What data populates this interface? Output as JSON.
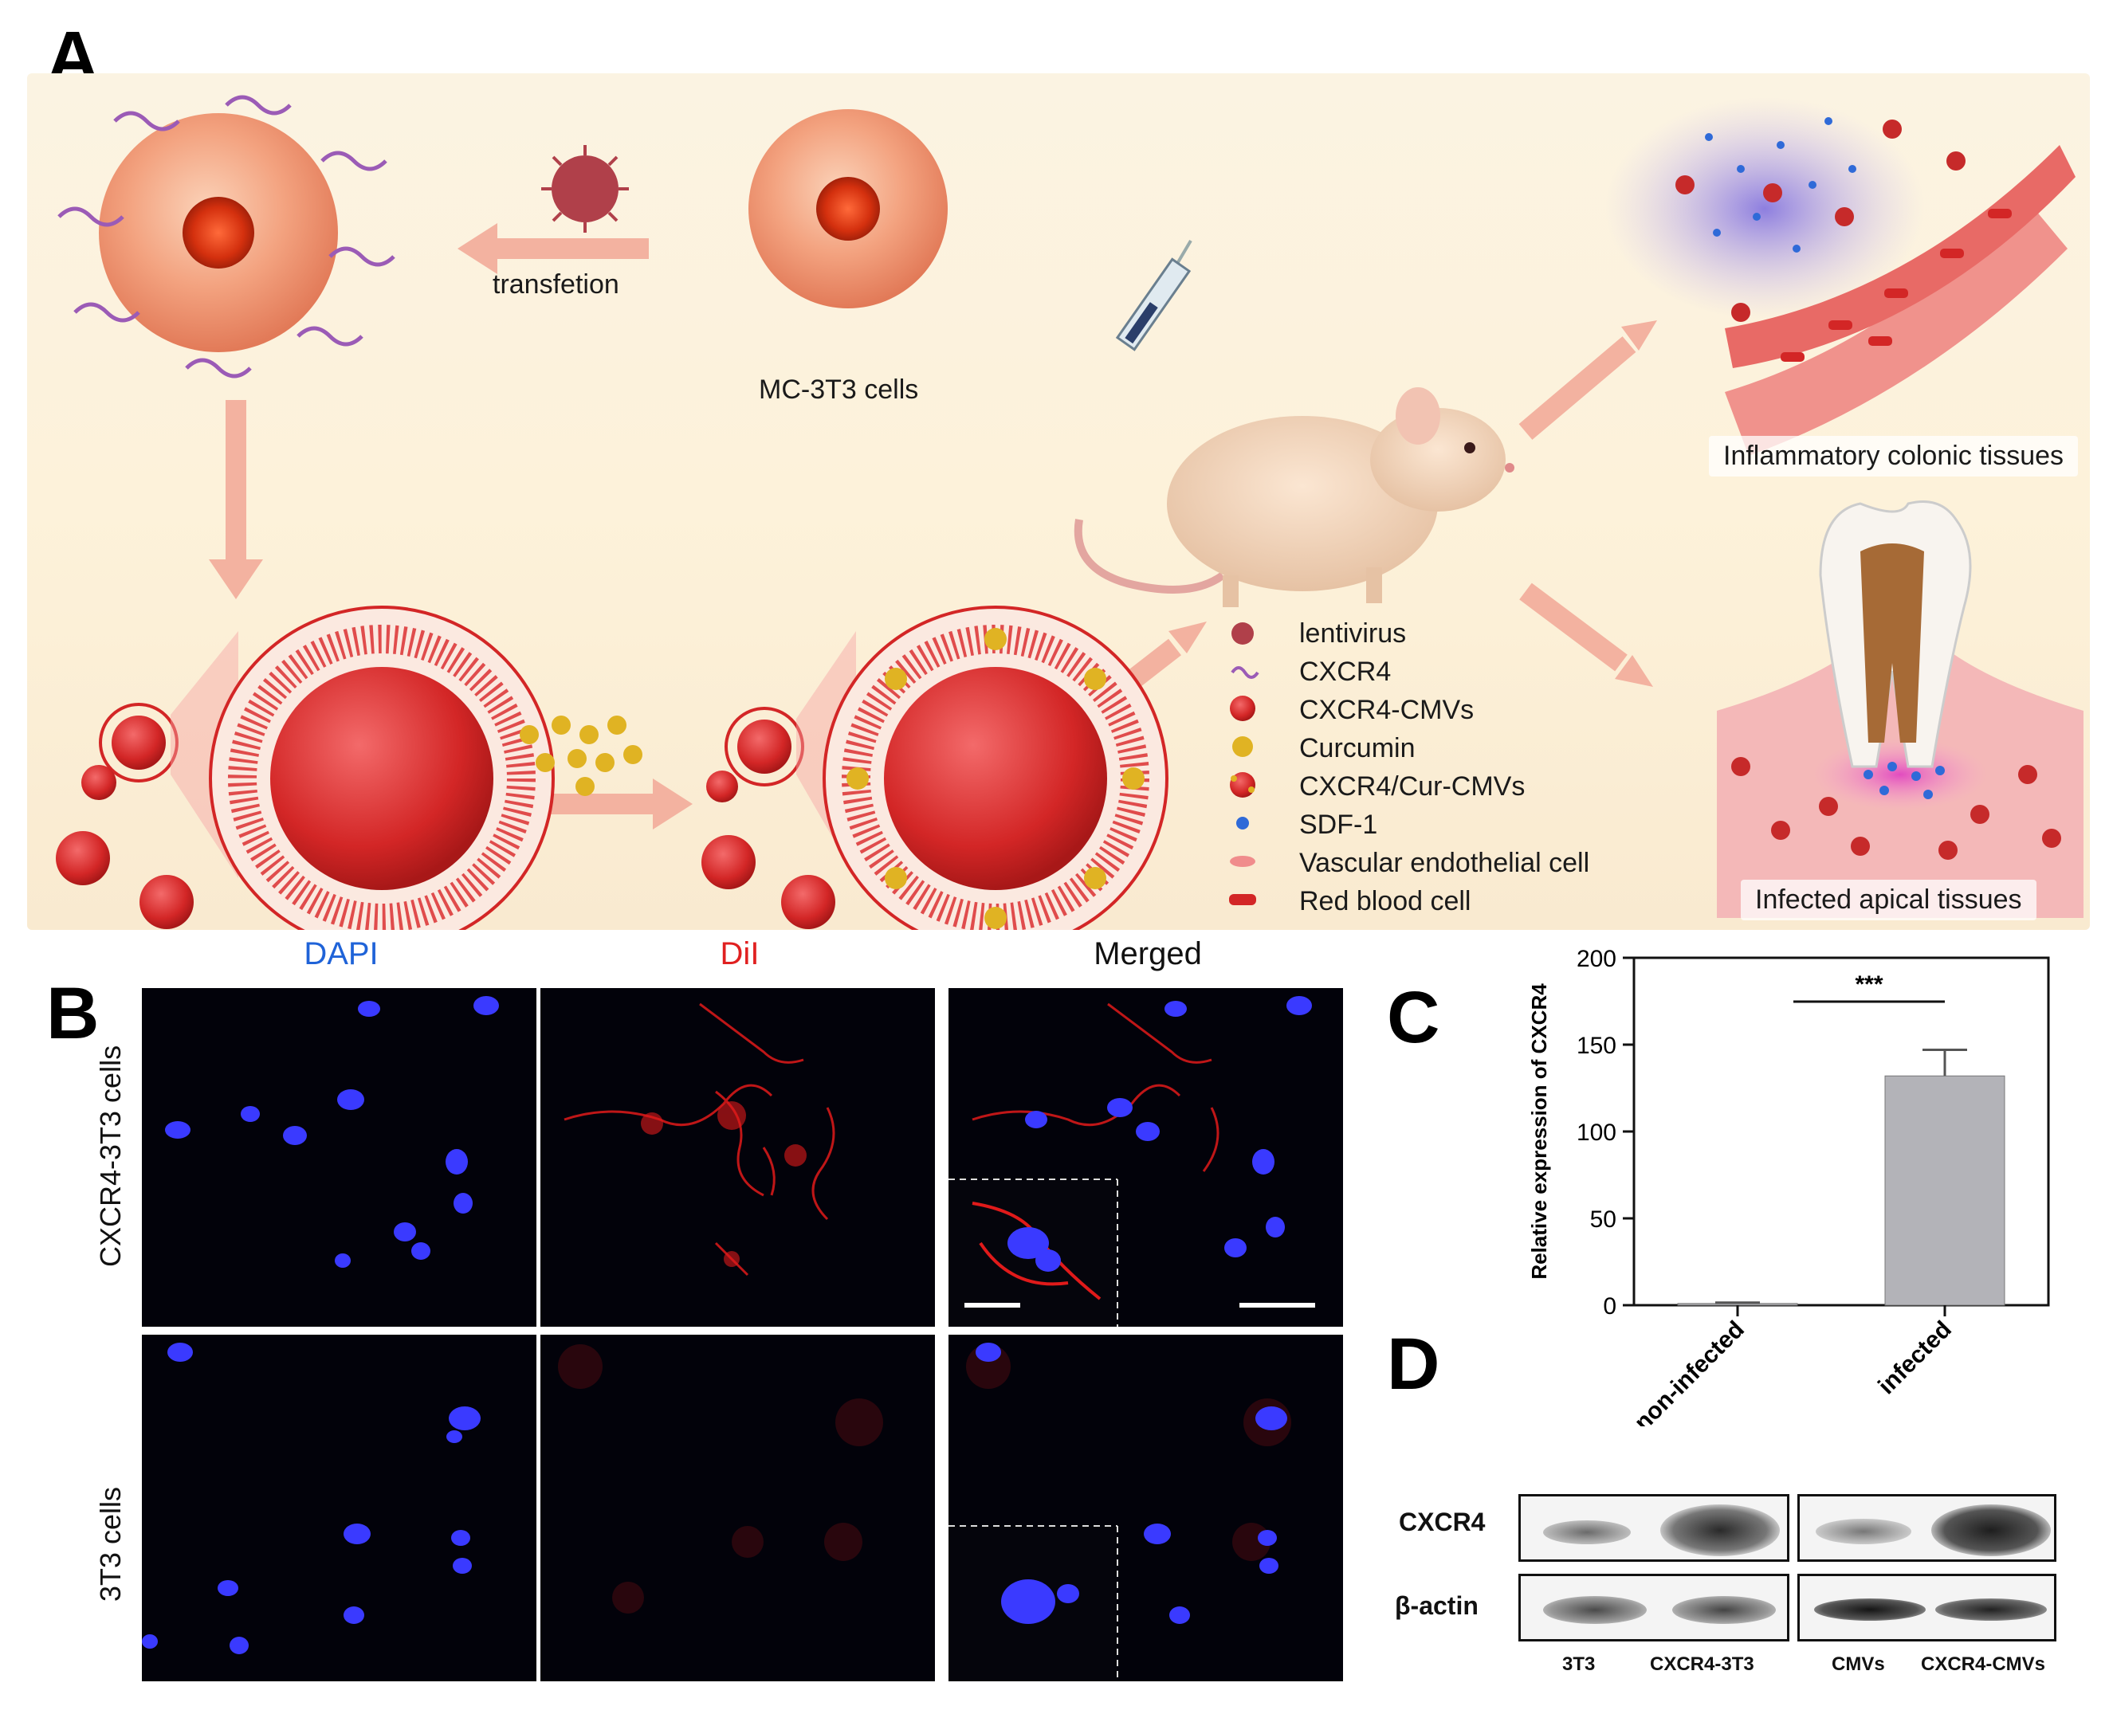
{
  "panels": {
    "a": "A",
    "b": "B",
    "c": "C",
    "d": "D"
  },
  "schematic": {
    "transfection_label": "transfetion",
    "cells_label": "MC-3T3 cells",
    "inflam_label": "Inflammatory colonic tissues",
    "apical_label": "Infected apical tissues",
    "legend": [
      {
        "icon": "lentivirus-icon",
        "label": "lentivirus"
      },
      {
        "icon": "cxcr4-receptor-icon",
        "label": "CXCR4"
      },
      {
        "icon": "cxcr4-cmv-icon",
        "label": "CXCR4-CMVs"
      },
      {
        "icon": "curcumin-dot-icon",
        "label": "Curcumin"
      },
      {
        "icon": "cxcr4-cur-cmv-icon",
        "label": "CXCR4/Cur-CMVs"
      },
      {
        "icon": "sdf1-dot-icon",
        "label": "SDF-1"
      },
      {
        "icon": "endothelial-cell-icon",
        "label": "Vascular endothelial cell"
      },
      {
        "icon": "red-blood-cell-icon",
        "label": "Red blood cell"
      }
    ],
    "colors": {
      "arrow": "#f3b2a0",
      "vesicle": "#d42b2b",
      "curcumin": "#e0b323",
      "sdf1": "#2f6ad8"
    }
  },
  "microscopy": {
    "columns": [
      "DAPI",
      "DiI",
      "Merged"
    ],
    "column_colors": [
      "#1f63d8",
      "#e02020",
      "#111111"
    ],
    "rows": [
      "CXCR4-3T3 cells",
      "3T3 cells"
    ]
  },
  "chart_data": {
    "type": "bar",
    "categories": [
      "non-infected",
      "infected"
    ],
    "values": [
      1,
      132
    ],
    "errors": [
      0.5,
      15
    ],
    "ylabel": "Relative expression of CXCR4",
    "ylim": [
      0,
      200
    ],
    "yticks": [
      0,
      50,
      100,
      150,
      200
    ],
    "significance": "***",
    "bar_color": "#b3b3b8"
  },
  "western": {
    "rows": [
      "CXCR4",
      "β-actin"
    ],
    "lanes": [
      "3T3",
      "CXCR4-3T3",
      "CMVs",
      "CXCR4-CMVs"
    ]
  }
}
